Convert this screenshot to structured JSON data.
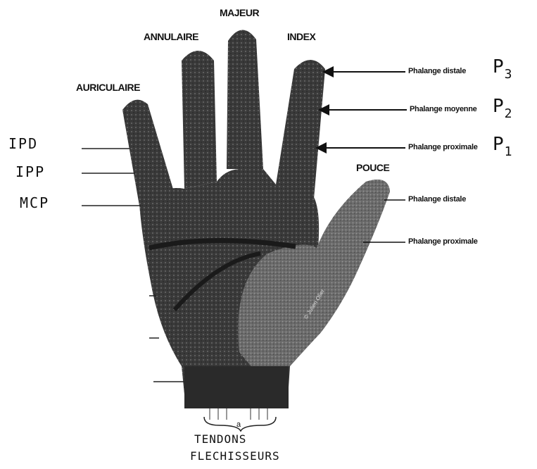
{
  "fingers": {
    "majeur": "MAJEUR",
    "annulaire": "ANNULAIRE",
    "index": "INDEX",
    "auriculaire": "AURICULAIRE",
    "pouce": "POUCE"
  },
  "phalanges": {
    "index_distale": "Phalange distale",
    "index_moyenne": "Phalange moyenne",
    "index_proximale": "Phalange proximale",
    "pouce_distale": "Phalange distale",
    "pouce_proximale": "Phalange proximale"
  },
  "handwritten": {
    "ipd": "IPD",
    "ipp": "IPP",
    "mcp": "MCP",
    "p3": {
      "letter": "P",
      "num": "3"
    },
    "p2": {
      "letter": "P",
      "num": "2"
    },
    "p1": {
      "letter": "P",
      "num": "1"
    },
    "tendons_line1": "TENDONS",
    "tendons_line2": "FLECHISSEURS"
  },
  "tendon_letter": "a",
  "copyright": "© Julien Olier",
  "colors": {
    "ink": "#111111",
    "hand_fill": "#3d3d3d",
    "hand_light": "#6a6a6a"
  }
}
